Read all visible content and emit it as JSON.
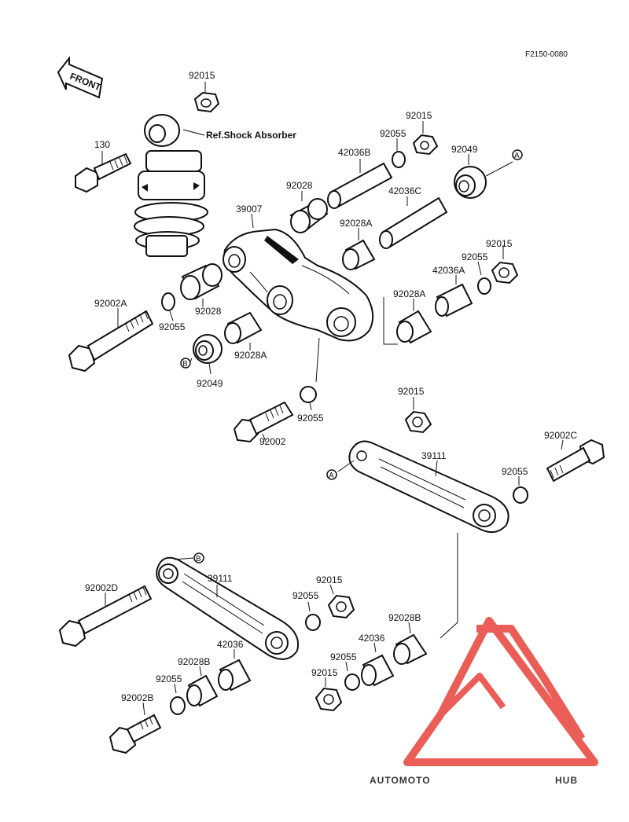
{
  "figure_code": "F2150-0080",
  "front_label": "FRONT",
  "ref_label": "Ref.Shock Absorber",
  "callouts": {
    "a": "A",
    "b": "B"
  },
  "labels": {
    "p92015_top": "92015",
    "p130": "130",
    "p42036b": "42036B",
    "p92055_a": "92055",
    "p92015_b": "92015",
    "p92049_a": "92049",
    "p92028": "92028",
    "p39007": "39007",
    "p42036c": "42036C",
    "p92028a_a": "92028A",
    "p92015_c": "92015",
    "p92055_b": "92055",
    "p42036a": "42036A",
    "p92028a_b": "92028A",
    "p92002a": "92002A",
    "p92055_c": "92055",
    "p92028_b": "92028",
    "p92028a_c": "92028A",
    "p92049_b": "92049",
    "p92055_d": "92055",
    "p92002": "92002",
    "p92015_d": "92015",
    "p39111_a": "39111",
    "p92002c": "92002C",
    "p92055_e": "92055",
    "p39111_b": "39111",
    "p92002d": "92002D",
    "p92015_e": "92015",
    "p92055_f": "92055",
    "p92028b_a": "92028B",
    "p42036_a": "42036",
    "p92028b_b": "92028B",
    "p92055_g": "92055",
    "p42036_b": "42036",
    "p92015_f": "92015",
    "p92055_h": "92055",
    "p92002b": "92002B"
  },
  "watermark": {
    "part1": "AUTOMOTO",
    "part2": "HUB"
  },
  "colors": {
    "line": "#111111",
    "watermark_red": "#e8433a",
    "watermark_orange": "#f3b44a",
    "watermark_gray": "#5a5a5a"
  }
}
